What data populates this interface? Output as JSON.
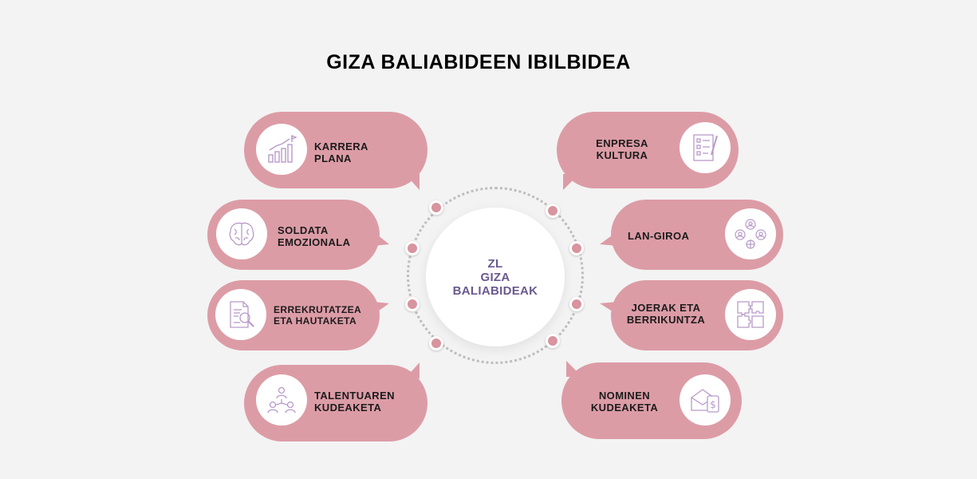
{
  "title": "GIZA BALIABIDEEN IBILBIDEA",
  "center": {
    "lines": [
      "ZL",
      "GIZA",
      "BALIABIDEAK"
    ]
  },
  "colors": {
    "pill": "#dc9ca6",
    "center_text": "#6a5a8e",
    "icon_stroke": "#b89ac8"
  },
  "items": [
    {
      "lines": [
        "KARRERA",
        "PLANA"
      ],
      "icon": "growth-chart-icon"
    },
    {
      "lines": [
        "SOLDATA",
        "EMOZIONALA"
      ],
      "icon": "brain-icon"
    },
    {
      "lines": [
        "ERREKRUTATZEA",
        "ETA HAUTAKETA"
      ],
      "icon": "document-search-icon"
    },
    {
      "lines": [
        "TALENTUAREN",
        "KUDEAKETA"
      ],
      "icon": "network-people-icon"
    },
    {
      "lines": [
        "ENPRESA",
        "KULTURA"
      ],
      "icon": "checklist-icon"
    },
    {
      "lines": [
        "LAN-GIROA"
      ],
      "icon": "team-globe-icon"
    },
    {
      "lines": [
        "JOERAK ETA",
        "BERRIKUNTZA"
      ],
      "icon": "puzzle-icon"
    },
    {
      "lines": [
        "NOMINEN",
        "KUDEAKETA"
      ],
      "icon": "payroll-envelope-icon"
    }
  ]
}
